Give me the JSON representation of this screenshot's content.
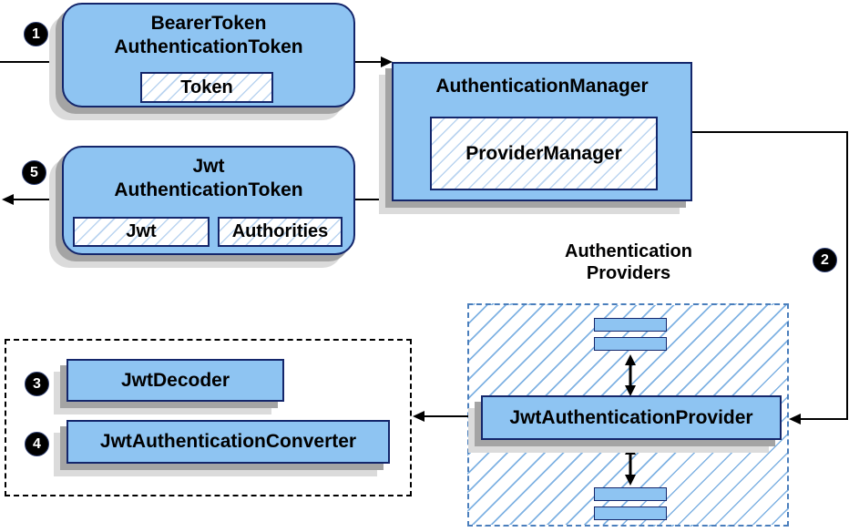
{
  "colors": {
    "box_fill": "#8EC4F2",
    "box_border": "#14266B",
    "hatch_line": "#BAD4F0",
    "hatch_line_strong": "#7FB2E3",
    "dashed_blue": "#4A7EBC",
    "shadow_dark": "#A4A4A4",
    "shadow_light": "#DBDBDB",
    "arrow": "#000000",
    "badge_bg": "#000000",
    "badge_text": "#FFFFFF",
    "text": "#000000"
  },
  "badges": {
    "step1": "1",
    "step2": "2",
    "step3": "3",
    "step4": "4",
    "step5": "5"
  },
  "nodes": {
    "bearer_token": {
      "title_line1": "BearerToken",
      "title_line2": "AuthenticationToken",
      "field_token": "Token"
    },
    "authentication_manager": {
      "title": "AuthenticationManager",
      "inner": "ProviderManager"
    },
    "jwt_authentication_token": {
      "title_line1": "Jwt",
      "title_line2": "AuthenticationToken",
      "field_jwt": "Jwt",
      "field_authorities": "Authorities"
    },
    "providers_group": {
      "label_line1": "Authentication",
      "label_line2": "Providers",
      "provider": "JwtAuthenticationProvider"
    },
    "decoder_group": {
      "decoder": "JwtDecoder",
      "converter": "JwtAuthenticationConverter"
    }
  }
}
